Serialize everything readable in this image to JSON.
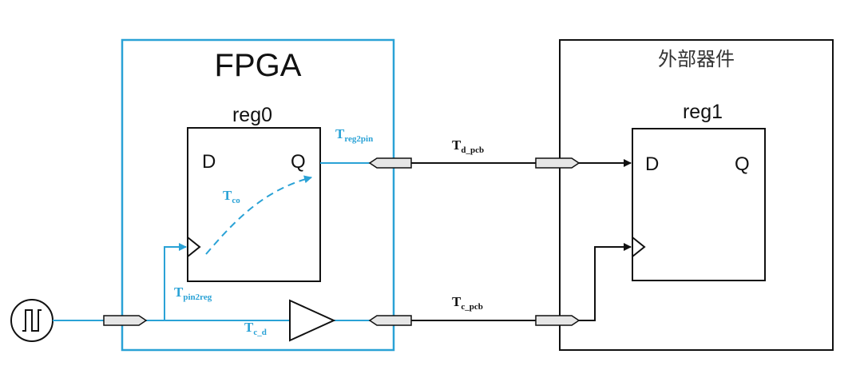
{
  "colors": {
    "fpga_wire": "#2aa2d6",
    "external_wire": "#111111",
    "box_stroke": "#111111",
    "pin_fill": "#e6e6e6"
  },
  "fpga": {
    "title": "FPGA",
    "reg": {
      "name": "reg0",
      "d": "D",
      "q": "Q"
    }
  },
  "external": {
    "title": "外部器件",
    "reg": {
      "name": "reg1",
      "d": "D",
      "q": "Q"
    }
  },
  "timing": {
    "reg2pin": {
      "main": "T",
      "sub": "reg2pin"
    },
    "co": {
      "main": "T",
      "sub": "co"
    },
    "pin2reg": {
      "main": "T",
      "sub": "pin2reg"
    },
    "c_d": {
      "main": "T",
      "sub": "c_d"
    },
    "d_pcb": {
      "main": "T",
      "sub": "d_pcb"
    },
    "c_pcb": {
      "main": "T",
      "sub": "c_pcb"
    }
  },
  "icons": {
    "clock_source": "square-wave-icon",
    "buffer": "triangle-buffer-icon",
    "pin": "io-pin-icon"
  }
}
